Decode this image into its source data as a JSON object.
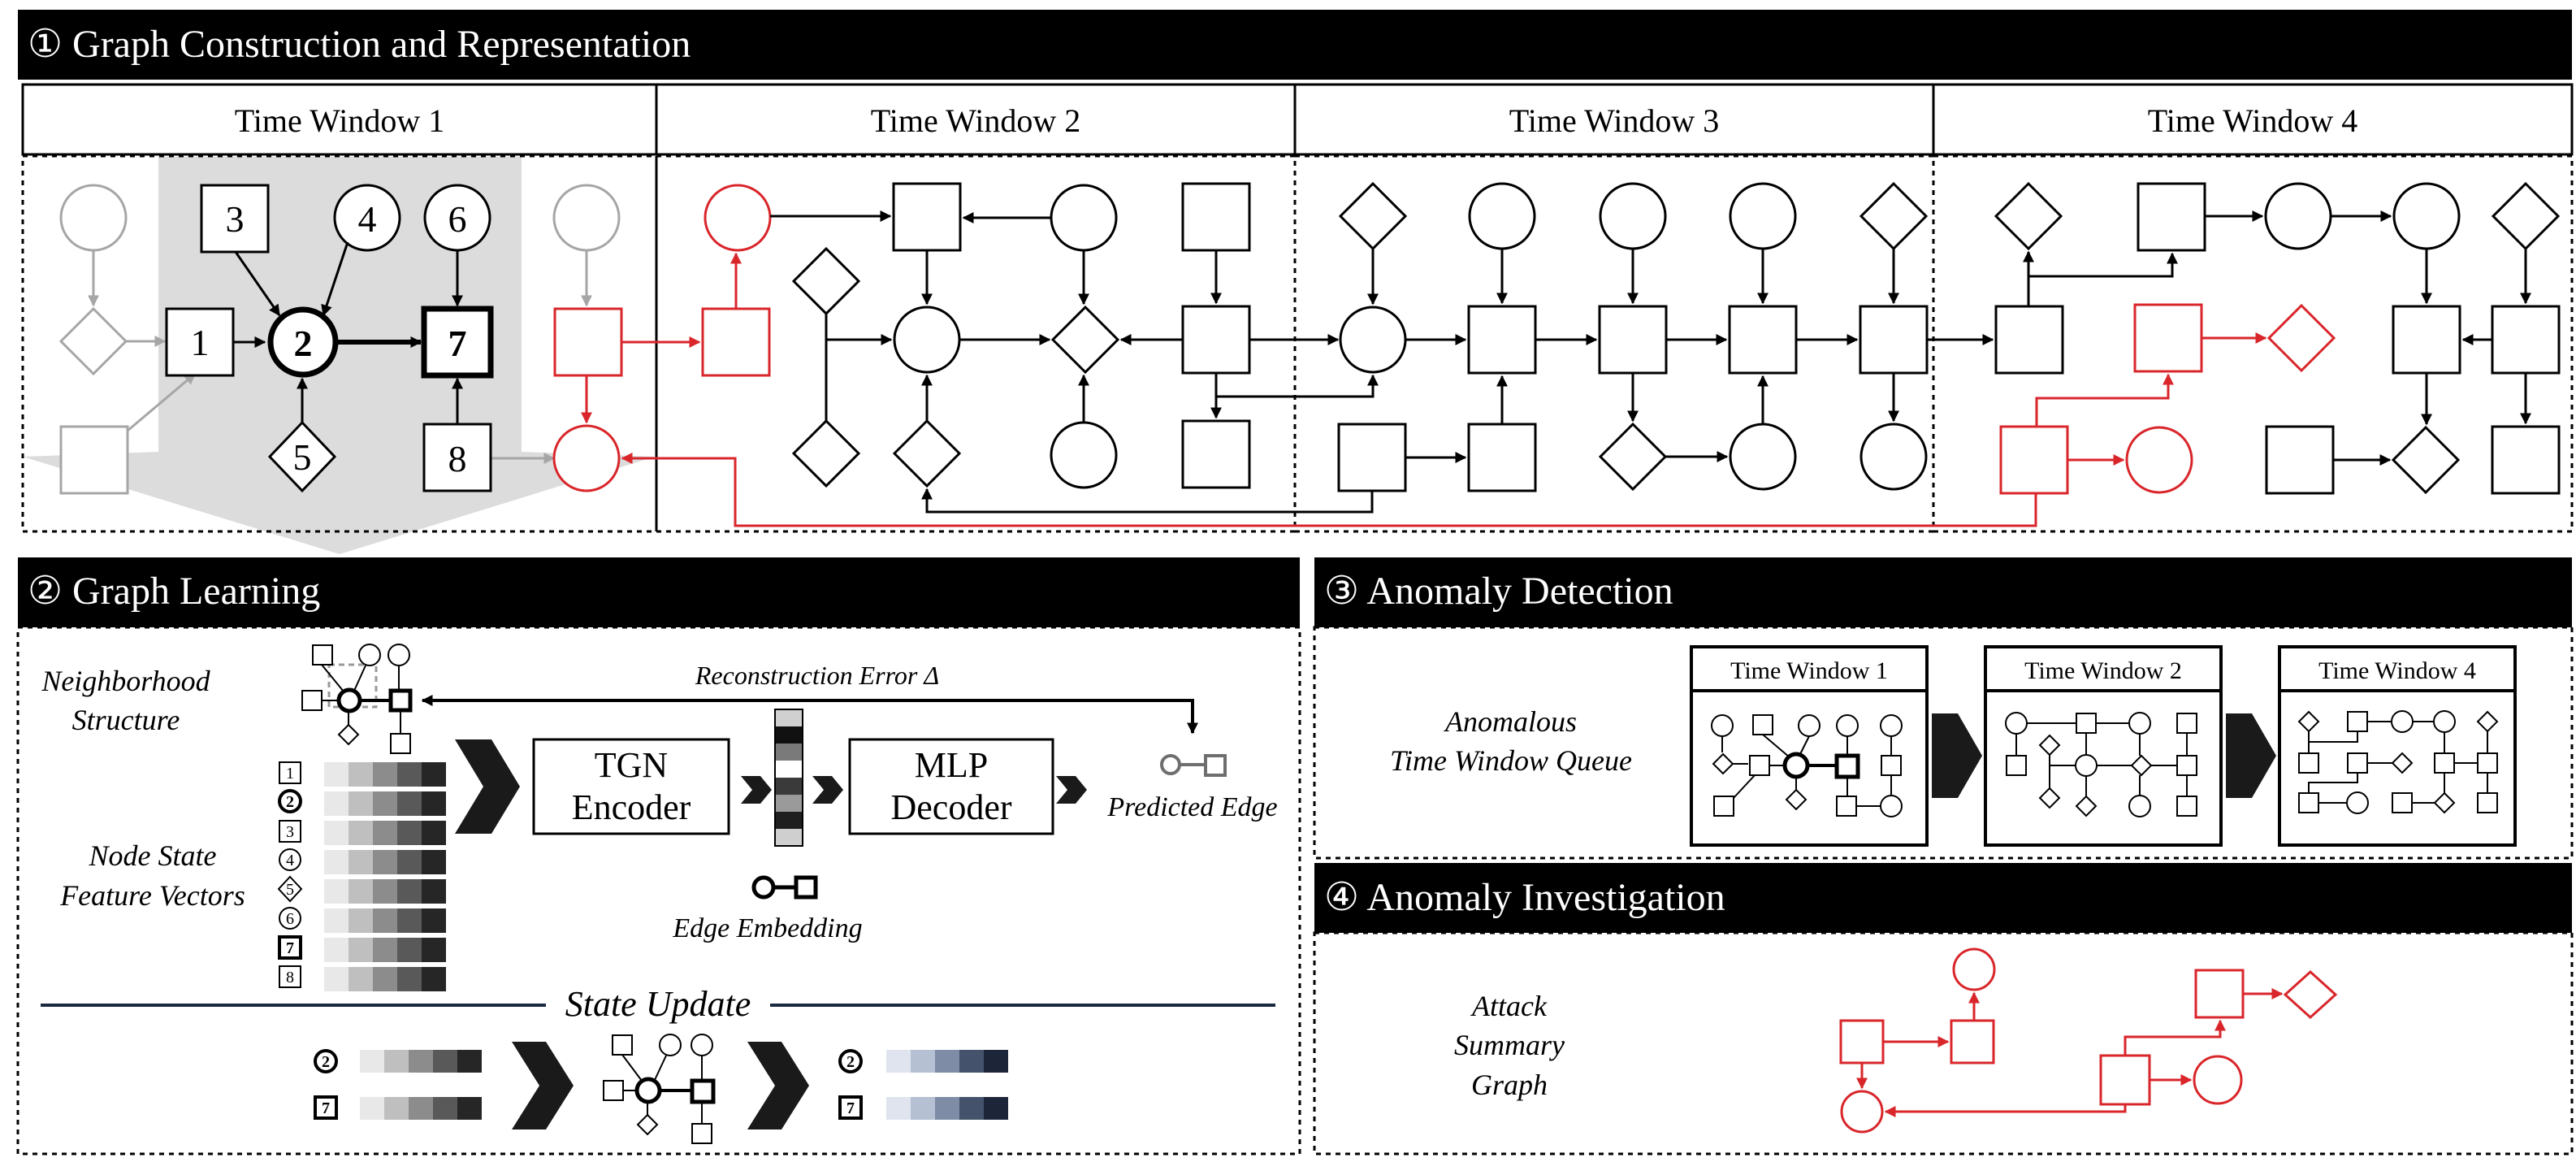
{
  "colors": {
    "black": "#000000",
    "white": "#ffffff",
    "gray": "#a6a6a6",
    "shade": "#dddddd",
    "red": "#d9262b",
    "chevron": "#1a1a1a"
  },
  "section1": {
    "title": "① Graph Construction and Representation",
    "windows": [
      "Time Window 1",
      "Time Window 2",
      "Time Window 3",
      "Time Window 4"
    ],
    "node_labels": [
      "1",
      "2",
      "3",
      "4",
      "5",
      "6",
      "7",
      "8"
    ]
  },
  "section2": {
    "title": "② Graph Learning",
    "neighborhood_label": [
      "Neighborhood",
      "Structure"
    ],
    "feature_label": [
      "Node State",
      "Feature Vectors"
    ],
    "feature_badges": [
      "1",
      "2",
      "3",
      "4",
      "5",
      "6",
      "7",
      "8"
    ],
    "reconstruction_error": "Reconstruction Error Δ",
    "encoder": [
      "TGN",
      "Encoder"
    ],
    "decoder": [
      "MLP",
      "Decoder"
    ],
    "predicted_edge": "Predicted Edge",
    "edge_embedding": "Edge Embedding",
    "state_update": "State Update",
    "update_badges": [
      "2",
      "7"
    ]
  },
  "section3": {
    "title": "③ Anomaly Detection",
    "queue_label": [
      "Anomalous",
      "Time Window Queue"
    ],
    "queue_windows": [
      "Time Window 1",
      "Time Window 2",
      "Time Window 4"
    ]
  },
  "section4": {
    "title": "④ Anomaly Investigation",
    "summary_label": [
      "Attack",
      "Summary",
      "Graph"
    ]
  }
}
